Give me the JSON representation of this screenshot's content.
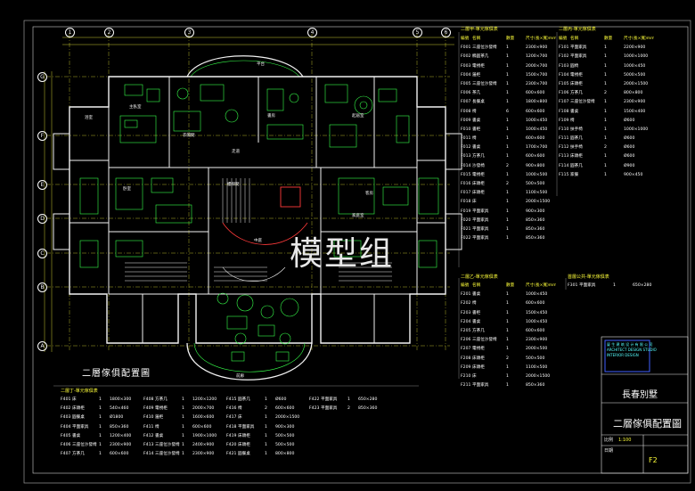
{
  "drawing": {
    "title": "二層傢俱配置圖",
    "watermark": "模型组",
    "project_name": "長春別墅",
    "sheet_title": "二層傢俱配置圖",
    "sheet_no": "F2",
    "company_lines": [
      "厦 生 建 筑 设 计 有 限 公 司",
      "ARCHITECT DESIGN STUDIO",
      "INTERIOR DESIGN"
    ]
  },
  "axes": {
    "rows": [
      "G",
      "F",
      "E",
      "D",
      "C",
      "B",
      "A"
    ],
    "cols": [
      "1",
      "2",
      "3",
      "4",
      "5",
      "6"
    ]
  },
  "room_labels": [
    "平台",
    "主臥室",
    "衣帽間",
    "書房",
    "起居室",
    "卧室",
    "客房",
    "浴室",
    "走道",
    "中庭",
    "家庭室",
    "前廊",
    "樓梯間"
  ],
  "colors": {
    "grid": "#ffff3a",
    "walls": "#f2f2f2",
    "furniture": "#37ff4a",
    "dims": "#ffff3a",
    "accent": "#ff3a3a",
    "cyan": "#55ffff",
    "blue_box": "#4060ff"
  },
  "tables": {
    "t1": {
      "title": "二層甲-單元傢俱表",
      "headers": [
        "編號",
        "名稱",
        "數量",
        "尺寸(長×寬)mm"
      ],
      "rows": [
        [
          "F001",
          "三座位沙發椅",
          "1",
          "2300×900"
        ],
        [
          "F002",
          "橢圓茶几",
          "1",
          "1200×700"
        ],
        [
          "F003",
          "電視柜",
          "1",
          "2000×700"
        ],
        [
          "F004",
          "邊柜",
          "1",
          "1500×700"
        ],
        [
          "F005",
          "三座位沙發椅",
          "1",
          "2300×700"
        ],
        [
          "F006",
          "茶几",
          "1",
          "600×600"
        ],
        [
          "F007",
          "長餐桌",
          "1",
          "1800×800"
        ],
        [
          "F008",
          "椅",
          "6",
          "600×600"
        ],
        [
          "F009",
          "書桌",
          "1",
          "1000×450"
        ],
        [
          "F010",
          "書柜",
          "1",
          "1000×450"
        ],
        [
          "F011",
          "椅",
          "1",
          "600×600"
        ],
        [
          "F012",
          "書桌",
          "1",
          "1700×700"
        ],
        [
          "F013",
          "方茶几",
          "1",
          "600×600"
        ],
        [
          "F014",
          "沙發椅",
          "2",
          "900×800"
        ],
        [
          "F015",
          "電視柜",
          "1",
          "1000×500"
        ],
        [
          "F016",
          "床頭柜",
          "2",
          "500×500"
        ],
        [
          "F017",
          "床頭柜",
          "1",
          "1100×500"
        ],
        [
          "F018",
          "床",
          "1",
          "2000×1500"
        ],
        [
          "F019",
          "平面家具",
          "1",
          "900×300"
        ],
        [
          "F020",
          "平面家具",
          "1",
          "850×360"
        ],
        [
          "F021",
          "平面家具",
          "1",
          "850×360"
        ],
        [
          "F022",
          "平面家具",
          "1",
          "850×360"
        ]
      ]
    },
    "t2": {
      "title": "二層丙-單元傢俱表",
      "headers": [
        "編號",
        "名稱",
        "數量",
        "尺寸(長×寬)mm"
      ],
      "rows": [
        [
          "F101",
          "平面家具",
          "1",
          "2200×900"
        ],
        [
          "F102",
          "平面家具",
          "1",
          "1000×1000"
        ],
        [
          "F103",
          "圓椅",
          "1",
          "1000×450"
        ],
        [
          "F104",
          "電視柜",
          "1",
          "5000×500"
        ],
        [
          "F105",
          "床頭柜",
          "1",
          "2000×1500"
        ],
        [
          "F106",
          "方茶几",
          "2",
          "800×800"
        ],
        [
          "F107",
          "三座位沙發椅",
          "1",
          "2300×900"
        ],
        [
          "F108",
          "書桌",
          "1",
          "1500×400"
        ],
        [
          "F109",
          "椅",
          "1",
          "Ø600"
        ],
        [
          "F110",
          "扶手椅",
          "1",
          "1000×1000"
        ],
        [
          "F111",
          "圓茶几",
          "1",
          "Ø600"
        ],
        [
          "F112",
          "扶手椅",
          "2",
          "Ø600"
        ],
        [
          "F113",
          "床頭柜",
          "1",
          "Ø600"
        ],
        [
          "F114",
          "圓茶几",
          "1",
          "Ø900"
        ],
        [
          "F115",
          "家餐",
          "1",
          "900×450"
        ]
      ]
    },
    "t3": {
      "title": "二層乙-單元傢俱表",
      "headers": [
        "編號",
        "名稱",
        "數量",
        "尺寸(長×寬)mm"
      ],
      "rows": [
        [
          "F201",
          "書桌",
          "1",
          "1000×450"
        ],
        [
          "F202",
          "椅",
          "1",
          "600×600"
        ],
        [
          "F203",
          "書柜",
          "1",
          "1500×450"
        ],
        [
          "F204",
          "書桌",
          "1",
          "1000×450"
        ],
        [
          "F205",
          "方茶几",
          "1",
          "600×600"
        ],
        [
          "F206",
          "三座位沙發椅",
          "1",
          "2300×900"
        ],
        [
          "F207",
          "電視柜",
          "1",
          "2000×500"
        ],
        [
          "F208",
          "床頭柜",
          "2",
          "500×500"
        ],
        [
          "F209",
          "床頭柜",
          "1",
          "1100×500"
        ],
        [
          "F210",
          "床",
          "1",
          "2000×1500"
        ],
        [
          "F211",
          "平面家具",
          "1",
          "850×360"
        ]
      ]
    },
    "t4": {
      "title": "首層公共-單元傢俱表",
      "headers": [],
      "rows": [
        [
          "F301",
          "平面家具",
          "1",
          "650×280"
        ]
      ]
    },
    "t5": {
      "title": "二層丁-單元傢俱表",
      "col_groups": [
        [
          [
            "F401",
            "床",
            "1",
            "1800×300"
          ],
          [
            "F402",
            "床頭柜",
            "1",
            "540×460"
          ],
          [
            "F403",
            "圓餐桌",
            "1",
            "Ø1800"
          ],
          [
            "F404",
            "平面家具",
            "1",
            "850×360"
          ],
          [
            "F405",
            "書桌",
            "1",
            "1200×400"
          ],
          [
            "F406",
            "三座位沙發椅",
            "1",
            "2300×900"
          ],
          [
            "F407",
            "方茶几",
            "1",
            "600×600"
          ]
        ],
        [
          [
            "F408",
            "方茶几",
            "1",
            "1200×1200"
          ],
          [
            "F409",
            "電視柜",
            "1",
            "2000×700"
          ],
          [
            "F410",
            "邊柜",
            "1",
            "1600×600"
          ],
          [
            "F411",
            "椅",
            "1",
            "600×600"
          ],
          [
            "F412",
            "書桌",
            "1",
            "1900×1000"
          ],
          [
            "F413",
            "三座位沙發椅",
            "1",
            "2400×900"
          ],
          [
            "F414",
            "三座位沙發椅",
            "1",
            "2300×900"
          ]
        ],
        [
          [
            "F415",
            "圓茶几",
            "1",
            "Ø600"
          ],
          [
            "F416",
            "椅",
            "2",
            "600×600"
          ],
          [
            "F417",
            "床",
            "1",
            "2000×1500"
          ],
          [
            "F418",
            "平面家具",
            "1",
            "900×300"
          ],
          [
            "F419",
            "床頭柜",
            "1",
            "500×500"
          ],
          [
            "F420",
            "床頭柜",
            "1",
            "500×500"
          ],
          [
            "F421",
            "圓餐桌",
            "1",
            "800×800"
          ]
        ],
        [
          [
            "F422",
            "平面家具",
            "1",
            "650×280"
          ],
          [
            "F423",
            "平面家具",
            "2",
            "850×360"
          ]
        ]
      ]
    }
  },
  "titleblock": {
    "scale_label": "比例",
    "scale": "1:100",
    "date_label": "日期"
  }
}
